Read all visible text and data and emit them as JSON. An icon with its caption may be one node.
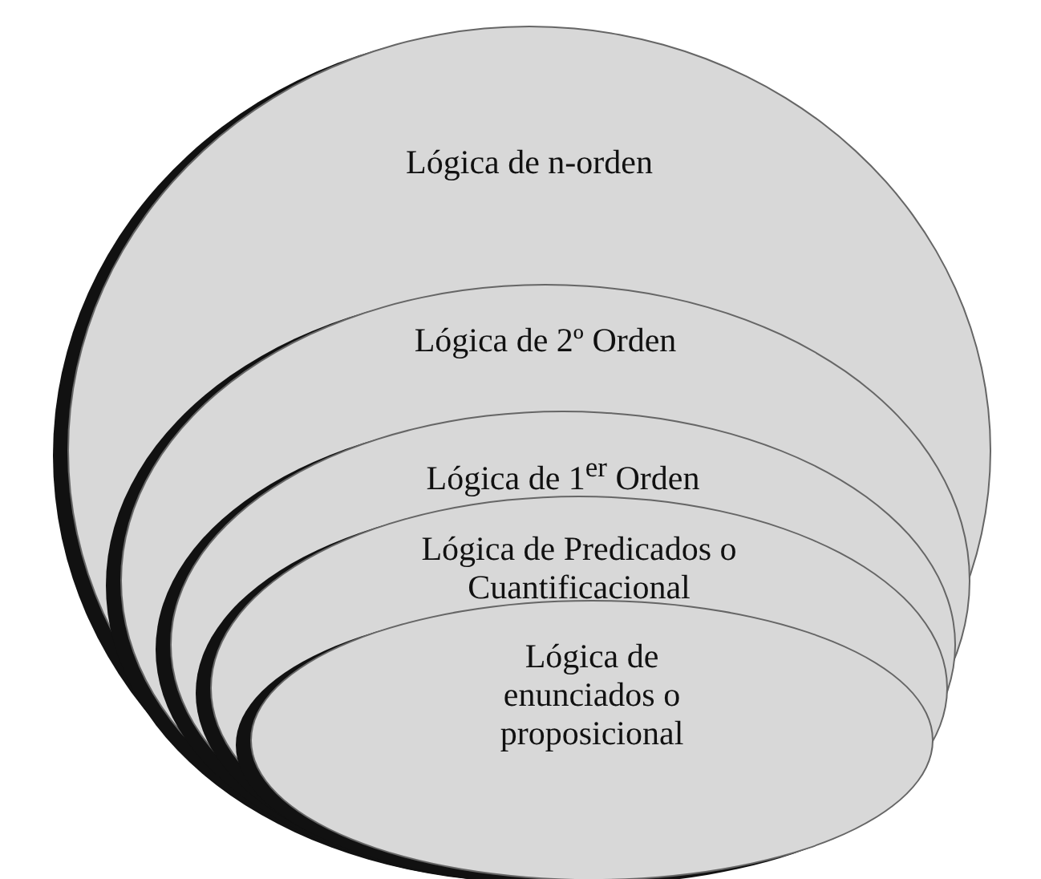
{
  "diagram": {
    "nodes": [
      {
        "text": [
          "Lógica de n-orden"
        ]
      },
      {
        "text": [
          "Lógica de 2º Orden"
        ],
        "in": 0
      },
      {
        "text": [
          "Lógica de 1$^{er}$ Orden"
        ],
        "in": 1
      },
      {
        "text": [
          "Lógica de Predicados o Cuantificacional"
        ],
        "in": 2
      },
      {
        "text": [
          "Lógica de enunciados o proposicional"
        ],
        "in": 3
      }
    ]
  }
}
